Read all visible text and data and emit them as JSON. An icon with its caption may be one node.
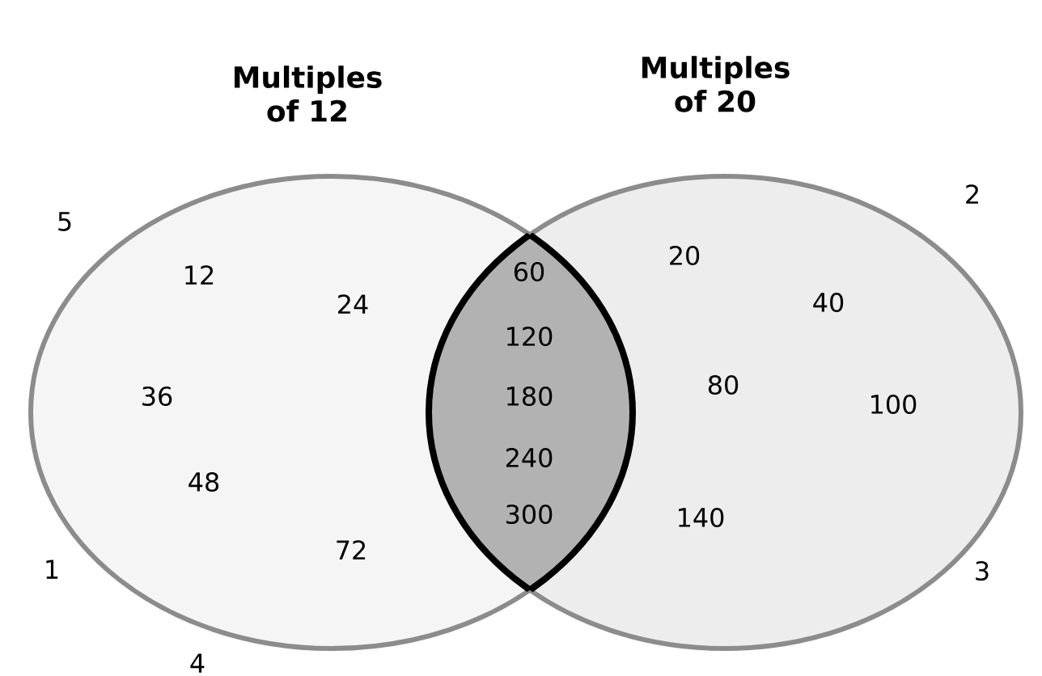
{
  "diagram": {
    "nodes": [
      {
        "text": [
          "Multiples of 12"
        ]
      },
      {
        "text": [
          "Multiples of 20"
        ]
      }
    ],
    "labels": [
      "2",
      "5",
      "20",
      "12",
      "60",
      "40",
      "24",
      "120",
      "80",
      "180",
      "36",
      "100",
      "240",
      "48",
      "300",
      "140",
      "72",
      "1",
      "3",
      "4"
    ]
  }
}
